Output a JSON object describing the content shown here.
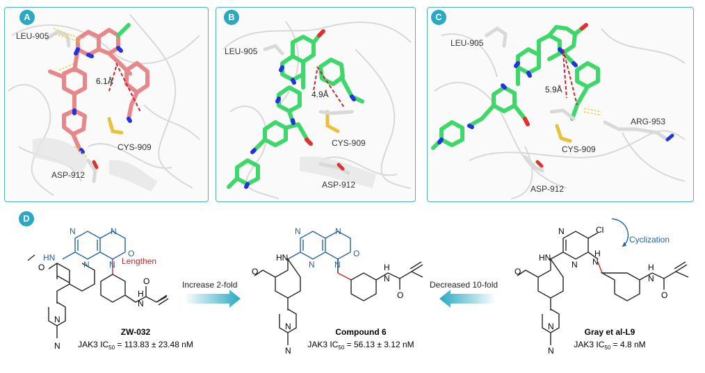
{
  "panels": [
    {
      "badge": "A",
      "residues": {
        "r1": "LEU-905",
        "r2": "CYS-909",
        "r3": "ASP-912"
      },
      "distance": "6.1Å"
    },
    {
      "badge": "B",
      "residues": {
        "r1": "LEU-905",
        "r2": "CYS-909",
        "r3": "ASP-912"
      },
      "distance": "4.9Å"
    },
    {
      "badge": "C",
      "residues": {
        "r1": "LEU-905",
        "r2": "CYS-909",
        "r3": "ASP-912",
        "r4": "ARG-953"
      },
      "distance": "5.9Å"
    }
  ],
  "scheme": {
    "badge": "D",
    "compounds": [
      {
        "name": "ZW-032",
        "ic50_prefix": "JAK3 IC",
        "ic50_sub": "50",
        "ic50_value": " = 113.83 ± 23.48 nM"
      },
      {
        "name": "Compound 6",
        "ic50_prefix": "JAK3 IC",
        "ic50_sub": "50",
        "ic50_value": " = 56.13 ± 3.12 nM"
      },
      {
        "name": "Gray et al-L9",
        "ic50_prefix": "JAK3 IC",
        "ic50_sub": "50",
        "ic50_value": " = 4.8 nM"
      }
    ],
    "arrows": {
      "left": "Increase 2-fold",
      "right": "Decreased 10-fold"
    },
    "annotations": {
      "lengthen": "Lengthen",
      "cyclization": "Cyclization"
    },
    "atoms": {
      "N": "N",
      "H": "H",
      "O": "O",
      "Cl": "Cl",
      "HN": "HN"
    },
    "colors": {
      "accent": "#29a9c2",
      "pteridine": "#1f62a8",
      "linker": "#c0282d",
      "salmon": "#e8878a",
      "green": "#3ed86a",
      "nitrogen": "#2233dd"
    }
  }
}
